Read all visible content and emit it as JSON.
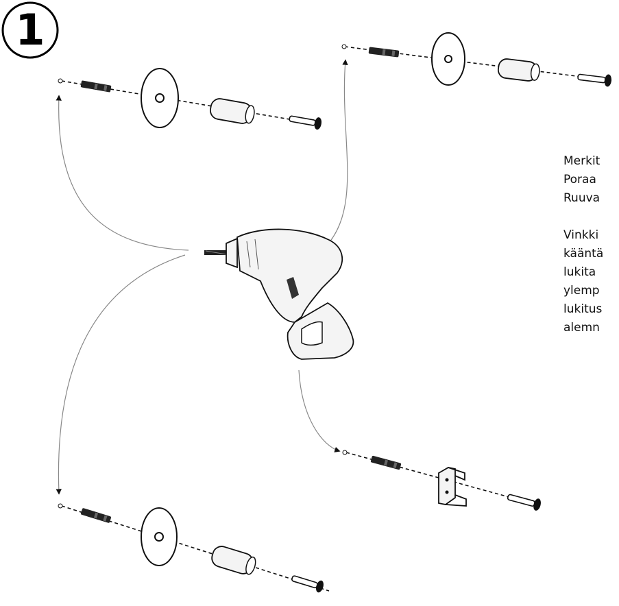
{
  "step": {
    "number": "1"
  },
  "instructions": {
    "lines_group1": [
      "Merkit",
      "Poraa",
      "Ruuva"
    ],
    "lines_group2": [
      "Vinkki",
      "kääntä",
      "lukita",
      "ylemp",
      "lukitus",
      "alemn"
    ]
  },
  "colors": {
    "ink": "#111111",
    "part_fill": "#f4f4f4",
    "arrow_line": "#888888"
  }
}
